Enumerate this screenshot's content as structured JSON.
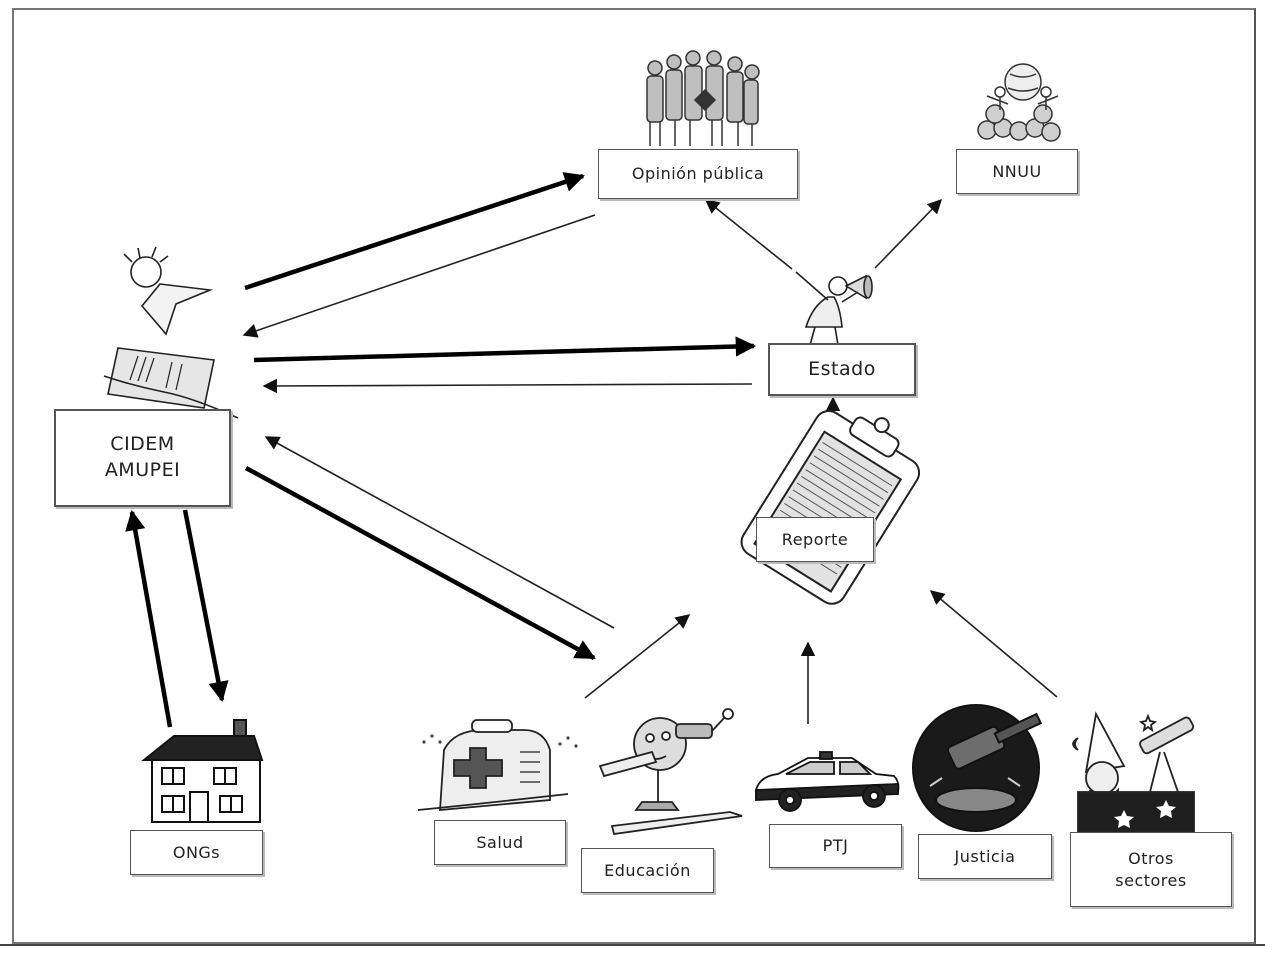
{
  "diagram": {
    "nodes": {
      "opinion_publica": "Opinión pública",
      "nnuu": "NNUU",
      "estado": "Estado",
      "reporte": "Reporte",
      "cidem": "CIDEM\nAMUPEI",
      "ongs": "ONGs",
      "salud": "Salud",
      "educacion": "Educación",
      "ptj": "PTJ",
      "justicia": "Justicia",
      "otros_sectores": "Otros\nsectores"
    },
    "edges": [
      {
        "from": "cidem",
        "to": "opinion_publica",
        "weight": "heavy"
      },
      {
        "from": "opinion_publica",
        "to": "cidem",
        "weight": "light"
      },
      {
        "from": "cidem",
        "to": "estado",
        "weight": "heavy"
      },
      {
        "from": "estado",
        "to": "cidem",
        "weight": "light"
      },
      {
        "from": "cidem",
        "to": "salud",
        "weight": "heavy"
      },
      {
        "from": "salud",
        "to": "cidem",
        "weight": "light"
      },
      {
        "from": "cidem",
        "to": "ongs",
        "weight": "heavy"
      },
      {
        "from": "ongs",
        "to": "cidem",
        "weight": "heavy"
      },
      {
        "from": "estado",
        "to": "opinion_publica",
        "weight": "light"
      },
      {
        "from": "estado",
        "to": "nnuu",
        "weight": "light"
      },
      {
        "from": "reporte",
        "to": "estado",
        "weight": "light"
      },
      {
        "from": "salud",
        "to": "reporte",
        "weight": "light"
      },
      {
        "from": "ptj",
        "to": "reporte",
        "weight": "light"
      },
      {
        "from": "otros_sectores",
        "to": "reporte",
        "weight": "light"
      }
    ],
    "illustrations": [
      "crowd-icon",
      "globe-people-icon",
      "megaphone-man-icon",
      "newspaper-reader-icon",
      "clipboard-icon",
      "house-icon",
      "first-aid-kit-icon",
      "pencil-sharpener-icon",
      "police-car-icon",
      "gavel-icon",
      "wizard-telescope-icon"
    ]
  }
}
